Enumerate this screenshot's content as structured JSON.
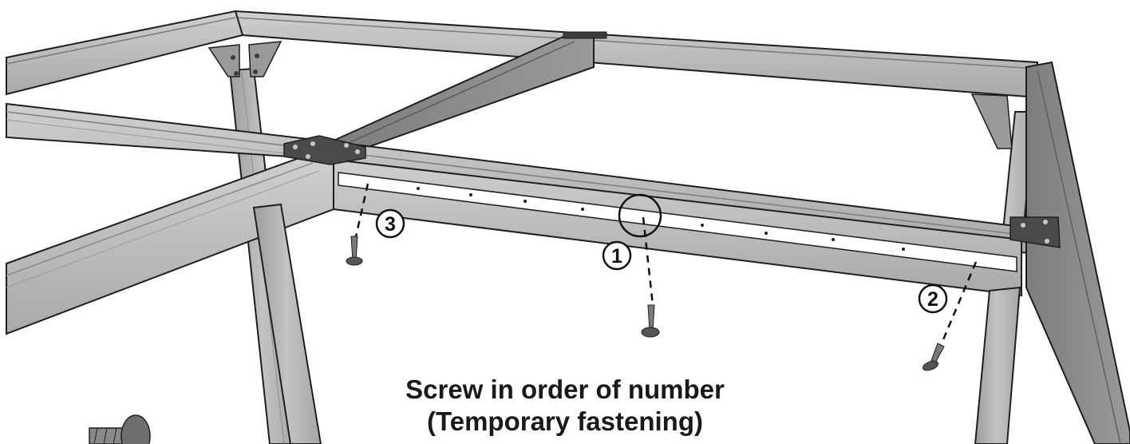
{
  "instruction": {
    "line1": "Screw in order of number",
    "line2": "(Temporary fastening)"
  },
  "steps": [
    {
      "number": "1"
    },
    {
      "number": "2"
    },
    {
      "number": "3"
    }
  ],
  "colors": {
    "wood": "#b9b9b9",
    "wood_dark": "#8c8c8c",
    "wood_light": "#d4d4d4",
    "outline": "#1e1e1e",
    "bracket": "#3c3c3c",
    "background": "#ffffff"
  },
  "icons": [
    "screw-icon",
    "corner-bracket-icon",
    "highlight-circle-icon"
  ]
}
